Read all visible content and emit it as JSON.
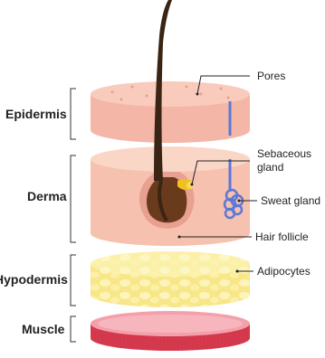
{
  "layers": [
    {
      "id": "epidermis",
      "label": "Epidermis"
    },
    {
      "id": "derma",
      "label": "Derma"
    },
    {
      "id": "hypodermis",
      "label": "Hypodermis"
    },
    {
      "id": "muscle",
      "label": "Muscle"
    }
  ],
  "structures": [
    {
      "id": "pores",
      "label": "Pores"
    },
    {
      "id": "sebaceous",
      "label_line1": "Sebaceous",
      "label_line2": "gland"
    },
    {
      "id": "sweat",
      "label": "Sweat gland"
    },
    {
      "id": "follicle",
      "label": "Hair follicle"
    },
    {
      "id": "adipocytes",
      "label": "Adipocytes"
    }
  ],
  "colors": {
    "epidermis": "#f7c4b4",
    "derma": "#fbd4c4",
    "hypodermis": "#fbef9c",
    "muscle": "#e84a5f",
    "hair": "#3a2414",
    "sweat": "#5b78d8",
    "sebum": "#f0c020"
  }
}
